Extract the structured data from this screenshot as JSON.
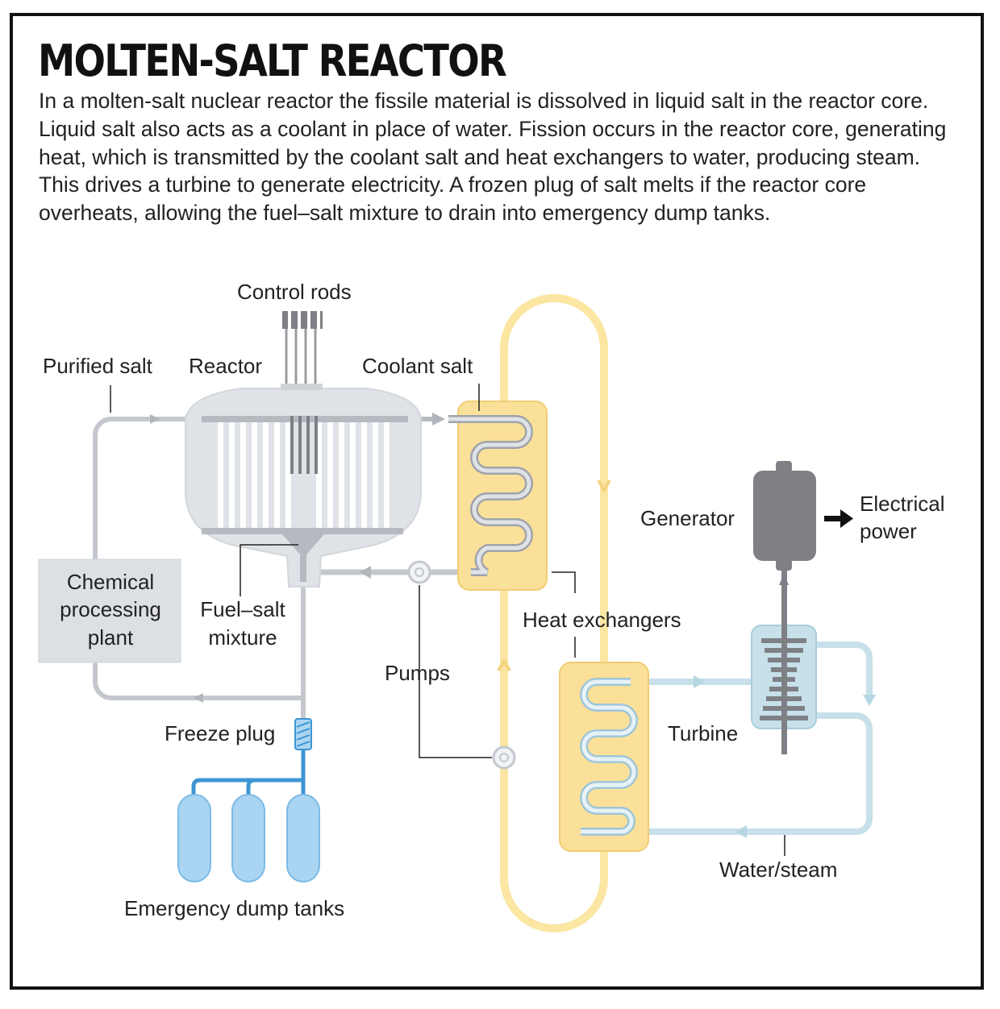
{
  "title": "MOLTEN-SALT REACTOR",
  "description": "In a molten-salt nuclear reactor the fissile material is dissolved in liquid salt in the reactor core. Liquid salt also acts as a coolant in place of water. Fission occurs in the reactor core, generating heat, which is transmitted by the coolant salt and heat exchangers to water, producing steam. This drives a turbine to generate electricity. A frozen plug of salt melts if the reactor core overheats, allowing the fuel–salt mixture to drain into emergency dump tanks.",
  "labels": {
    "control_rods": "Control rods",
    "purified_salt": "Purified salt",
    "reactor": "Reactor",
    "coolant_salt": "Coolant salt",
    "generator": "Generator",
    "electrical_power_line1": "Electrical",
    "electrical_power_line2": "power",
    "chemical_line1": "Chemical",
    "chemical_line2": "processing",
    "chemical_line3": "plant",
    "fuel_salt_line1": "Fuel–salt",
    "fuel_salt_line2": "mixture",
    "heat_exchangers": "Heat exchangers",
    "pumps": "Pumps",
    "freeze_plug": "Freeze plug",
    "turbine": "Turbine",
    "water_steam": "Water/steam",
    "dump_tanks": "Emergency dump tanks"
  },
  "colors": {
    "fuel_salt_loop": "#c4c8ce",
    "coolant_loop": "#fbe6a2",
    "heat_exchanger_fill": "#fbe09a",
    "water_loop": "#c7e0ea",
    "dump_tank_fill": "#aad5f2",
    "dump_pipe": "#3d95d4",
    "reactor_vessel": "#dfe2e6",
    "generator": "#7e8086",
    "chemical_plant_fill": "#dcdfe3"
  }
}
